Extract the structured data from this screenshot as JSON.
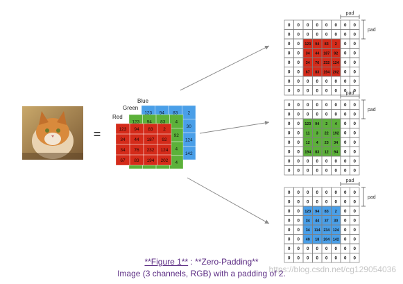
{
  "colors": {
    "red": "#d42b1a",
    "green": "#5cb13a",
    "blue": "#4a9fe8",
    "grid_line": "#7f7f7f",
    "arrow": "#888888"
  },
  "equals_sign": "=",
  "stack": {
    "red_label": "Red",
    "green_label": "Green",
    "blue_label": "Blue",
    "red_values": [
      [
        "123",
        "94",
        "83",
        "2"
      ],
      [
        "34",
        "44",
        "187",
        "92"
      ],
      [
        "34",
        "76",
        "232",
        "124"
      ],
      [
        "67",
        "83",
        "194",
        "202"
      ]
    ],
    "green_values": [
      [
        "123",
        "94",
        "83",
        "4"
      ],
      [
        "",
        "",
        "",
        "92"
      ],
      [
        "",
        "",
        "",
        "4"
      ],
      [
        "",
        "",
        "",
        "4"
      ]
    ],
    "blue_values": [
      [
        "123",
        "94",
        "83",
        "2"
      ],
      [
        "",
        "",
        "",
        "30"
      ],
      [
        "",
        "",
        "",
        "124"
      ],
      [
        "",
        "",
        "",
        "142"
      ]
    ]
  },
  "padded": {
    "pad_label": "pad",
    "grids": [
      {
        "channel": "red",
        "rows": [
          [
            "0",
            "0",
            "0",
            "0",
            "0",
            "0",
            "0",
            "0"
          ],
          [
            "0",
            "0",
            "0",
            "0",
            "0",
            "0",
            "0",
            "0"
          ],
          [
            "0",
            "0",
            "123",
            "94",
            "83",
            "2",
            "0",
            "0"
          ],
          [
            "0",
            "0",
            "34",
            "44",
            "187",
            "92",
            "0",
            "0"
          ],
          [
            "0",
            "0",
            "34",
            "76",
            "232",
            "124",
            "0",
            "0"
          ],
          [
            "0",
            "0",
            "67",
            "83",
            "194",
            "202",
            "0",
            "0"
          ],
          [
            "0",
            "0",
            "0",
            "0",
            "0",
            "0",
            "0",
            "0"
          ],
          [
            "0",
            "0",
            "0",
            "0",
            "0",
            "0",
            "0",
            "0"
          ]
        ]
      },
      {
        "channel": "green",
        "rows": [
          [
            "0",
            "0",
            "0",
            "0",
            "0",
            "0",
            "0",
            "0"
          ],
          [
            "0",
            "0",
            "0",
            "0",
            "0",
            "0",
            "0",
            "0"
          ],
          [
            "0",
            "0",
            "123",
            "94",
            "2",
            "4",
            "0",
            "0"
          ],
          [
            "0",
            "0",
            "11",
            "3",
            "22",
            "192",
            "0",
            "0"
          ],
          [
            "0",
            "0",
            "12",
            "4",
            "23",
            "34",
            "0",
            "0"
          ],
          [
            "0",
            "0",
            "194",
            "83",
            "12",
            "94",
            "0",
            "0"
          ],
          [
            "0",
            "0",
            "0",
            "0",
            "0",
            "0",
            "0",
            "0"
          ],
          [
            "0",
            "0",
            "0",
            "0",
            "0",
            "0",
            "0",
            "0"
          ]
        ]
      },
      {
        "channel": "blue",
        "rows": [
          [
            "0",
            "0",
            "0",
            "0",
            "0",
            "0",
            "0",
            "0"
          ],
          [
            "0",
            "0",
            "0",
            "0",
            "0",
            "0",
            "0",
            "0"
          ],
          [
            "0",
            "0",
            "123",
            "94",
            "83",
            "2",
            "0",
            "0"
          ],
          [
            "0",
            "0",
            "34",
            "44",
            "37",
            "30",
            "0",
            "0"
          ],
          [
            "0",
            "0",
            "34",
            "114",
            "234",
            "124",
            "0",
            "0"
          ],
          [
            "0",
            "0",
            "49",
            "18",
            "204",
            "142",
            "0",
            "0"
          ],
          [
            "0",
            "0",
            "0",
            "0",
            "0",
            "0",
            "0",
            "0"
          ],
          [
            "0",
            "0",
            "0",
            "0",
            "0",
            "0",
            "0",
            "0"
          ]
        ]
      }
    ]
  },
  "caption": {
    "figure_label": "**Figure 1**",
    "figure_title": " : **Zero-Padding**",
    "description": "Image (3 channels, RGB) with a padding of 2."
  },
  "watermark": "https://blog.csdn.net/cg129054036"
}
